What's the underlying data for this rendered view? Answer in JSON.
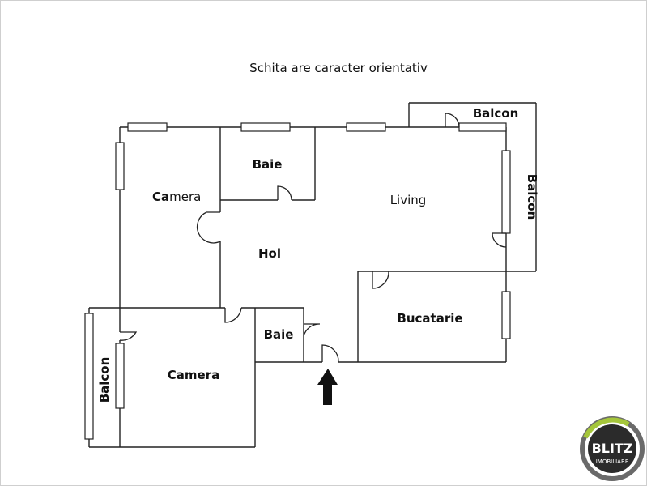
{
  "title": "Schita are caracter orientativ",
  "rooms": {
    "camera_top": {
      "bold": "Ca",
      "rest": "mera"
    },
    "baie_top": "Baie",
    "living": "Living",
    "hol": "Hol",
    "bucatarie": "Bucatarie",
    "baie_bottom": "Baie",
    "camera_bottom": "Camera",
    "balcon_top": "Balcon",
    "balcon_right": "Balcon",
    "balcon_left": "Balcon"
  },
  "logo": {
    "brand": "BLITZ",
    "sub": "IMOBILIARE"
  },
  "colors": {
    "logo_ring": "#6a6a6a",
    "logo_accent": "#a5c63b",
    "logo_inner": "#2b2b2b"
  },
  "icons": {
    "entrance": "arrow-up-icon"
  }
}
